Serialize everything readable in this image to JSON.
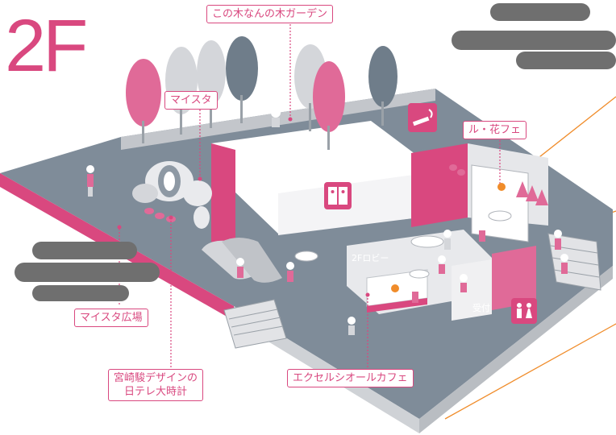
{
  "floor": {
    "label": "2F"
  },
  "areas": {
    "garden": "この木なんの木ガーデン",
    "maista": "マイスタ",
    "le_hanafe": "ル・花フェ",
    "maista_square": "マイスタ広場",
    "clock_line1": "宮崎駿デザインの",
    "clock_line2": "日テレ大時計",
    "excel_cafe": "エクセルシオールカフェ",
    "lobby": "2Fロビー",
    "reception": "受付"
  },
  "icons": [
    "smoking-area-icon",
    "elevator-icon",
    "restroom-icon",
    "cloud-icon"
  ],
  "colors": {
    "accent": "#d9487f",
    "floor_gray": "#7f8c99",
    "wall_pink": "#e06a98",
    "light_gray": "#d4d6da",
    "cloud_gray": "#6f6f6f",
    "line_orange": "#f08c2a"
  }
}
